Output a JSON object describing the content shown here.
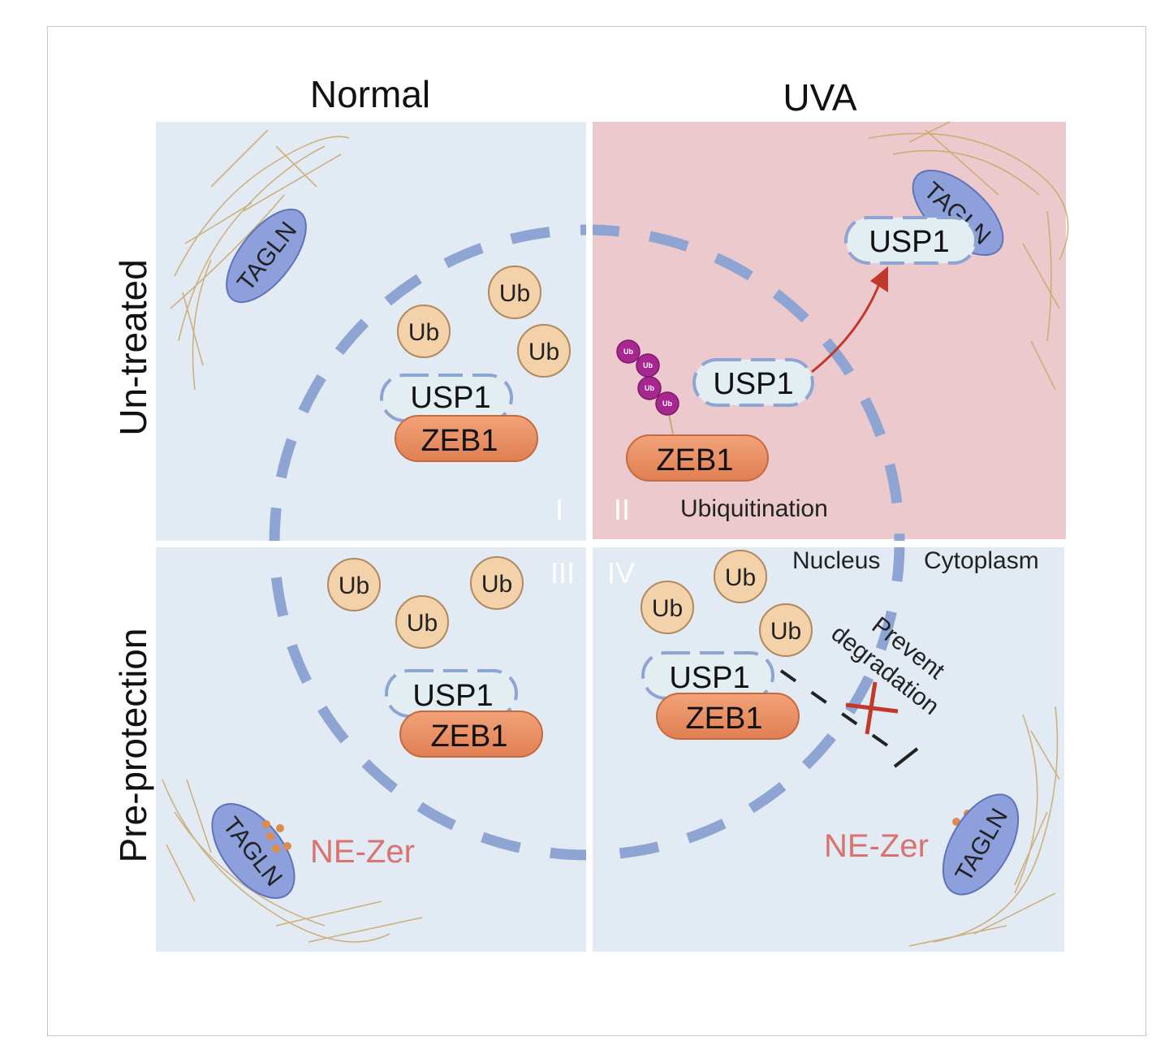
{
  "columns": [
    "Normal",
    "UVA"
  ],
  "rows": [
    "Un-treated",
    "Pre-protection"
  ],
  "panels": [
    "I",
    "II",
    "III",
    "IV"
  ],
  "proteins": {
    "usp1": "USP1",
    "zeb1": "ZEB1",
    "tagln": "TAGLN",
    "ub": "Ub"
  },
  "labels": {
    "ubiquitination": "Ubiquitination",
    "nucleus": "Nucleus",
    "cytoplasm": "Cytoplasm",
    "prevent": "Prevent",
    "degradation": "degradation",
    "ne_zer": "NE-Zer"
  },
  "colors": {
    "panel_blue": "#e2eaf4",
    "panel_red": "#ecc9cc",
    "nucleus_dash": "#8ea4d2",
    "zeb1": "#e88e62",
    "ub": "#f3d2aa",
    "tagln": "#8da0dc",
    "usp1": "#e3eef2",
    "arrow": "#c0392b",
    "ub_chain": "#a8268f"
  }
}
